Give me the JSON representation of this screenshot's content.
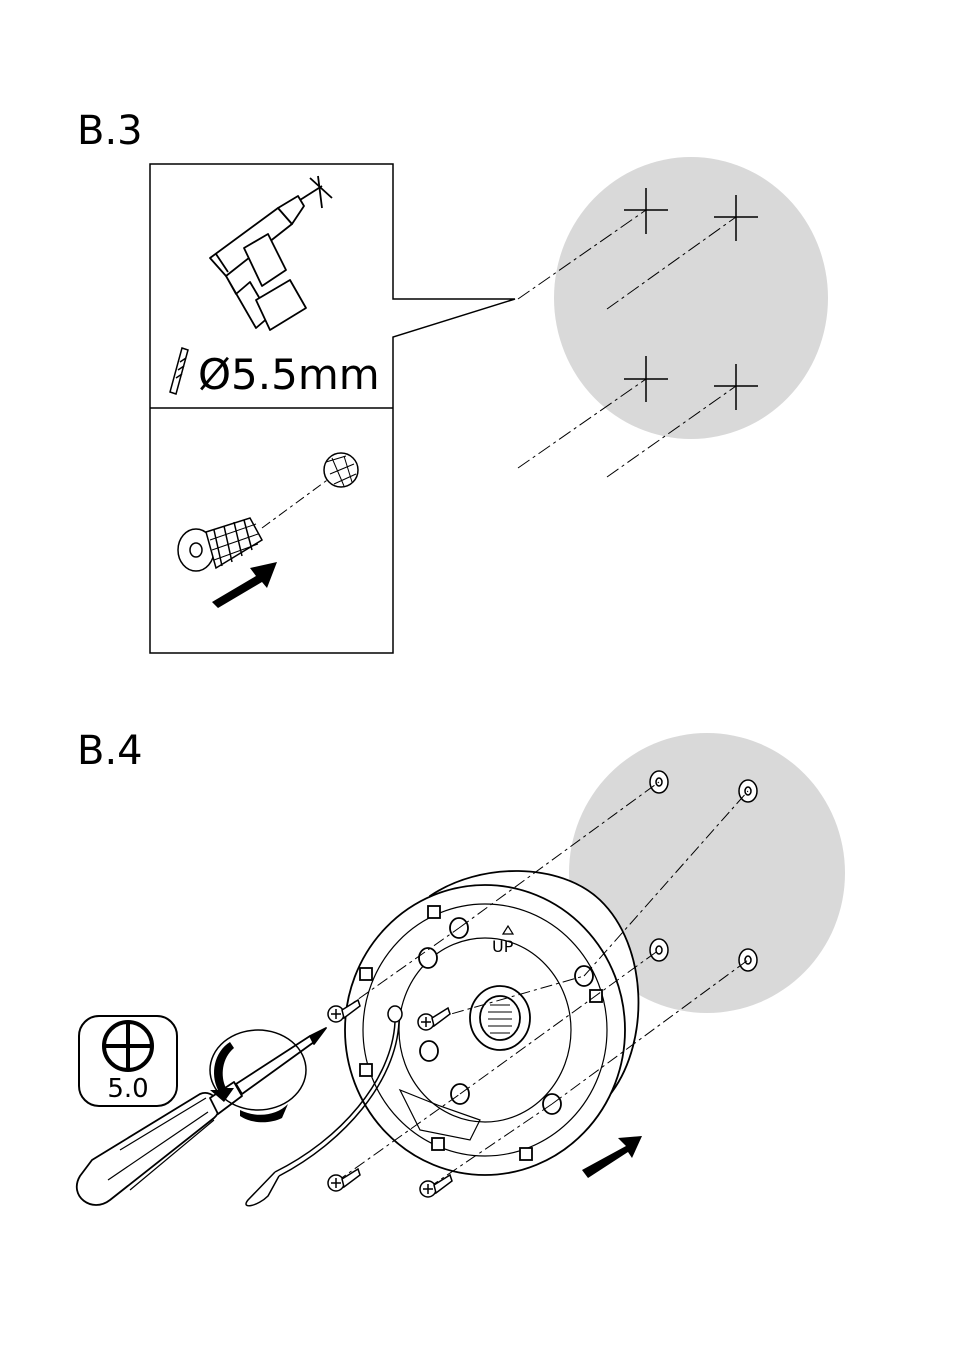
{
  "steps": [
    {
      "id": "B.3",
      "label": "B.3",
      "drill_bit_size": "Ø5.5mm"
    },
    {
      "id": "B.4",
      "label": "B.4",
      "screwdriver_size": "5.0"
    }
  ],
  "icons": {
    "drill": "power-drill-icon",
    "drill_bit": "drill-bit-icon",
    "anchor": "wall-anchor-icon",
    "screw": "screw-icon",
    "screwdriver": "phillips-screwdriver-icon",
    "rotate": "rotate-arrow-icon",
    "push": "push-arrow-icon",
    "junction_box": "junction-box-icon",
    "safety_wire": "safety-wire-icon"
  },
  "colors": {
    "wall": "#d9d9d9",
    "ink": "#000000"
  }
}
